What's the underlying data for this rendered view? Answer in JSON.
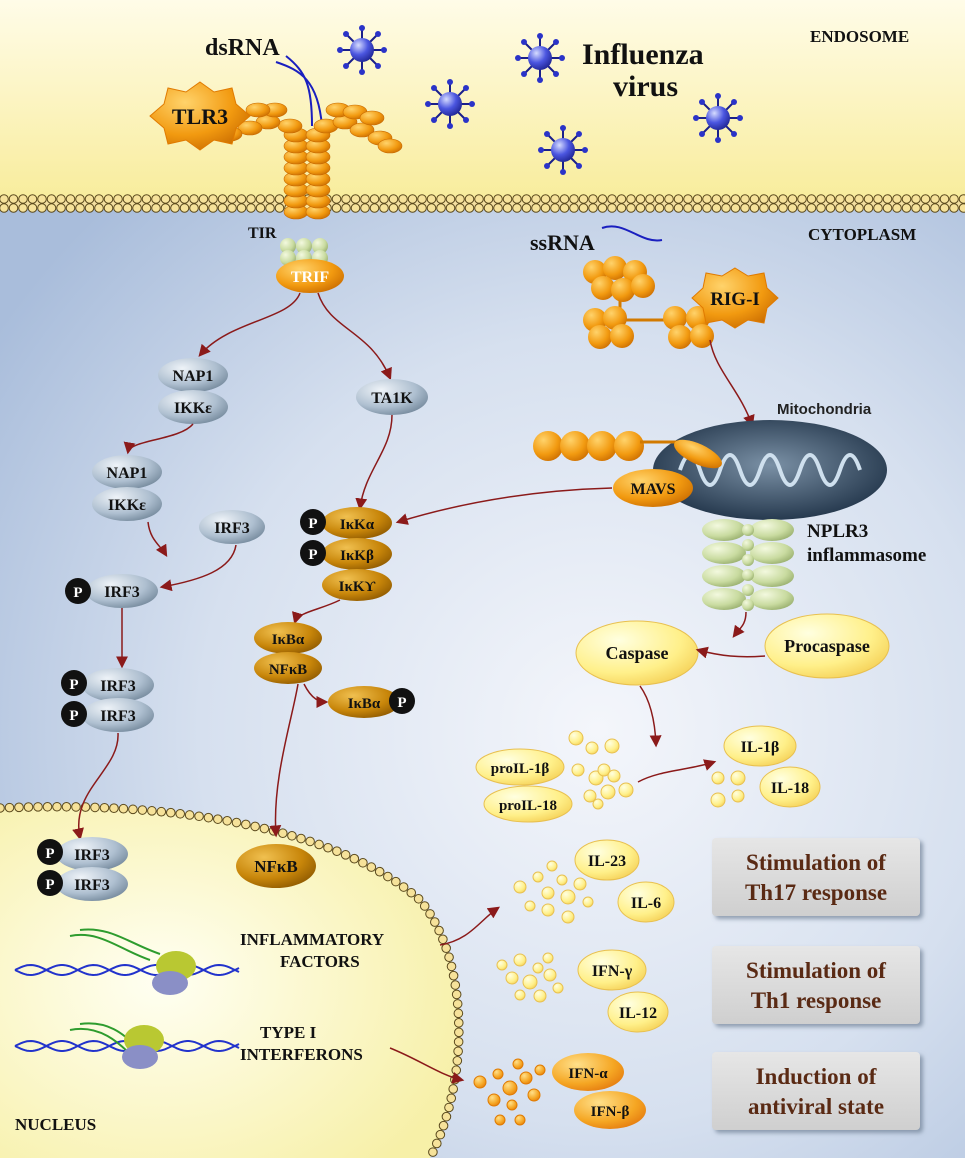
{
  "compartments": {
    "endosome": "ENDOSOME",
    "cytoplasm": "CYTOPLASM",
    "nucleus": "NUCLEUS"
  },
  "pathogen": {
    "dsrna": "dsRNA",
    "ssrna": "ssRNA",
    "virus_line1": "Influenza",
    "virus_line2": "virus"
  },
  "receptors": {
    "tlr3": "TLR3",
    "tir": "TIR",
    "trif": "TRIF",
    "rigi": "RIG-I",
    "mavs": "MAVS",
    "mito": "Mitochondria",
    "nlrp_line1": "NPLR3",
    "nlrp_line2": "inflammasome"
  },
  "irf_branch": {
    "nap1": "NAP1",
    "ikke": "IKKε",
    "irf3": "IRF3",
    "p": "P"
  },
  "nfkb_branch": {
    "ta1k": "TA1K",
    "ikka": "IκKα",
    "ikkb": "IκKβ",
    "ikkg": "IκKϒ",
    "ikba": "IκBα",
    "nfkb": "NFκB"
  },
  "inflammasome": {
    "caspase": "Caspase",
    "procaspase": "Procaspase",
    "proil1b": "proIL-1β",
    "proil18": "proIL-18",
    "il1b": "IL-1β",
    "il18": "IL-18"
  },
  "nucleus_labels": {
    "inflam_line1": "INFLAMMATORY",
    "inflam_line2": "FACTORS",
    "ifn_line1": "TYPE I",
    "ifn_line2": "INTERFERONS"
  },
  "cytokines": {
    "il23": "IL-23",
    "il6": "IL-6",
    "ifng": "IFN-γ",
    "il12": "IL-12",
    "ifna": "IFN-α",
    "ifnb": "IFN-β"
  },
  "responses": [
    {
      "line1": "Stimulation of",
      "line2": "Th17 response"
    },
    {
      "line1": "Stimulation of",
      "line2": "Th1 response"
    },
    {
      "line1": "Induction of",
      "line2": "antiviral state"
    }
  ]
}
